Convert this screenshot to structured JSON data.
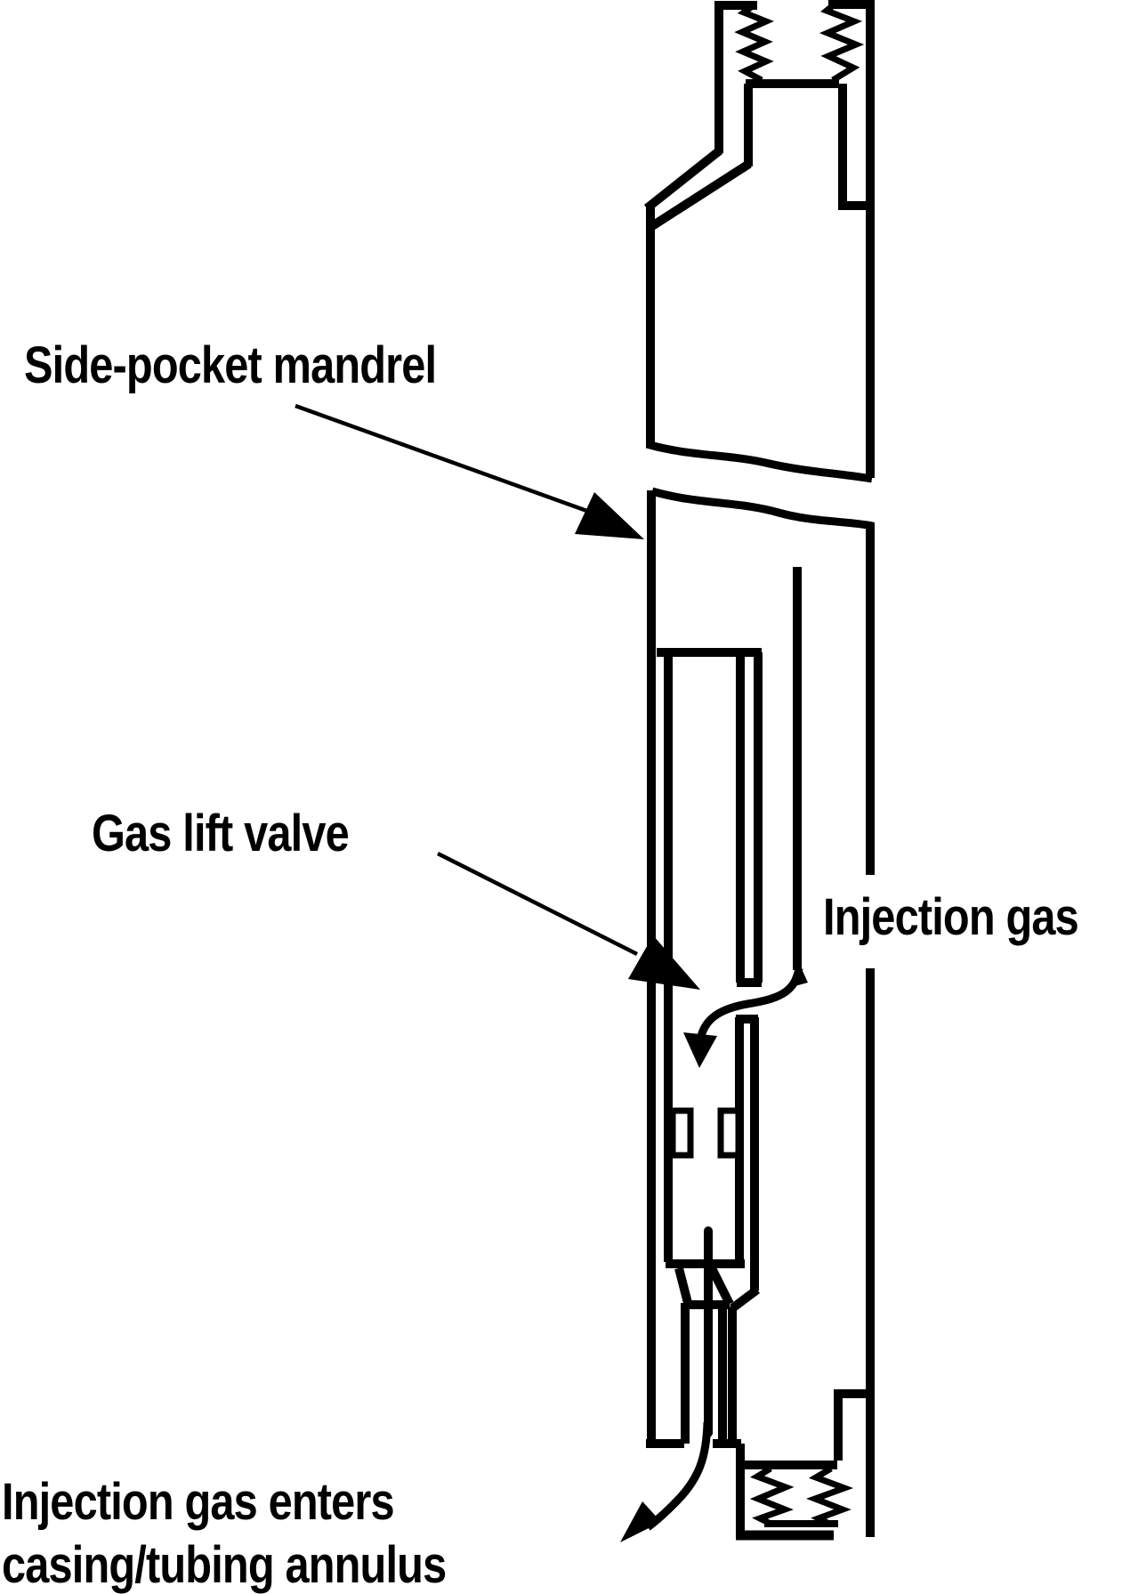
{
  "page": {
    "background_color": "#ffffff",
    "ink_color": "#000000"
  },
  "diagram": {
    "title_context": "Side-pocket mandrel with gas lift valve schematic",
    "labels": {
      "side_pocket_mandrel": "Side-pocket mandrel",
      "gas_lift_valve": "Gas lift valve",
      "injection_gas": "Injection gas",
      "bottom_caption_line1": "Injection gas enters",
      "bottom_caption_line2": "casing/tubing annulus"
    },
    "icons": [
      "mandrel-arrowhead-icon",
      "valve-arrowhead-icon",
      "injection-flow-arrowhead-icon",
      "annulus-exit-arrowhead-icon",
      "thread-zigzag-icon",
      "pipe-break-squiggle-icon"
    ]
  }
}
